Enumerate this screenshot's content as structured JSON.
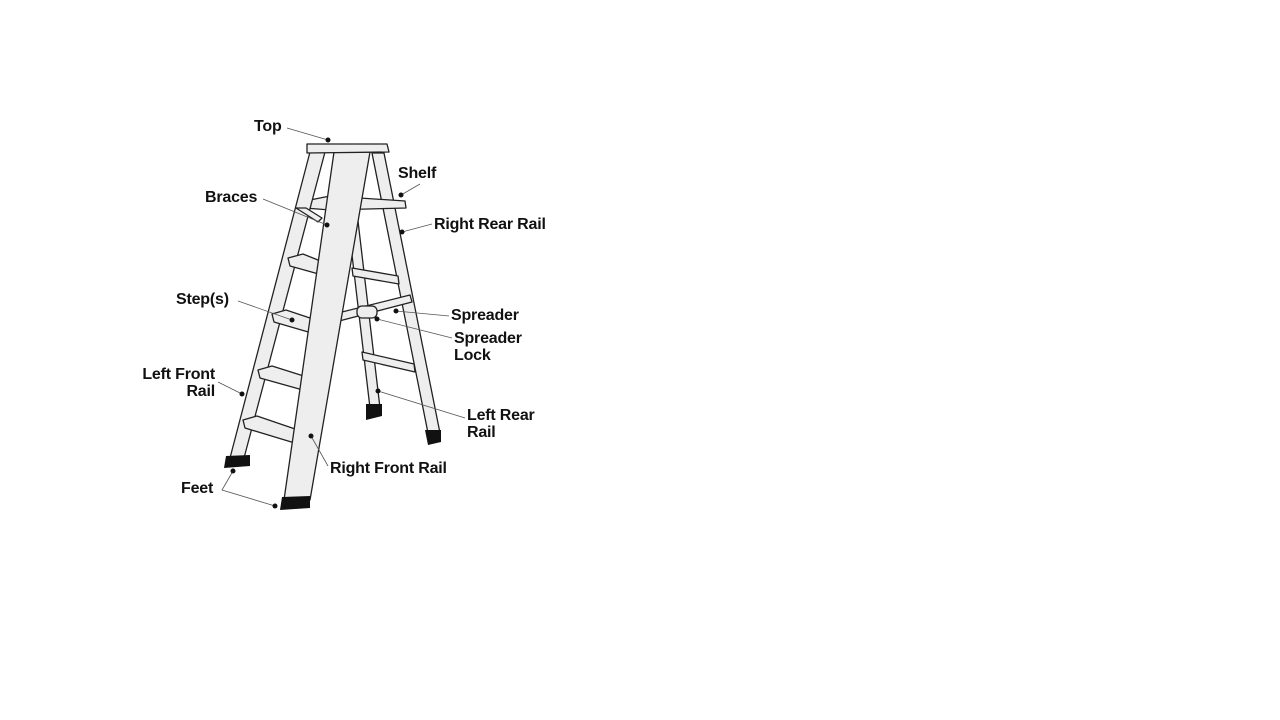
{
  "diagram": {
    "labels": {
      "top": "Top",
      "shelf": "Shelf",
      "braces": "Braces",
      "right_rear_rail": "Right Rear Rail",
      "steps": "Step(s)",
      "spreader": "Spreader",
      "spreader_lock_1": "Spreader",
      "spreader_lock_2": "Lock",
      "left_front_rail_1": "Left Front",
      "left_front_rail_2": "Rail",
      "left_rear_rail_1": "Left Rear",
      "left_rear_rail_2": "Rail",
      "right_front_rail": "Right Front Rail",
      "feet": "Feet"
    },
    "colors": {
      "ladder_fill": "#eeeeee",
      "outline": "#222222",
      "feet": "#111111",
      "leader": "#555555"
    }
  }
}
